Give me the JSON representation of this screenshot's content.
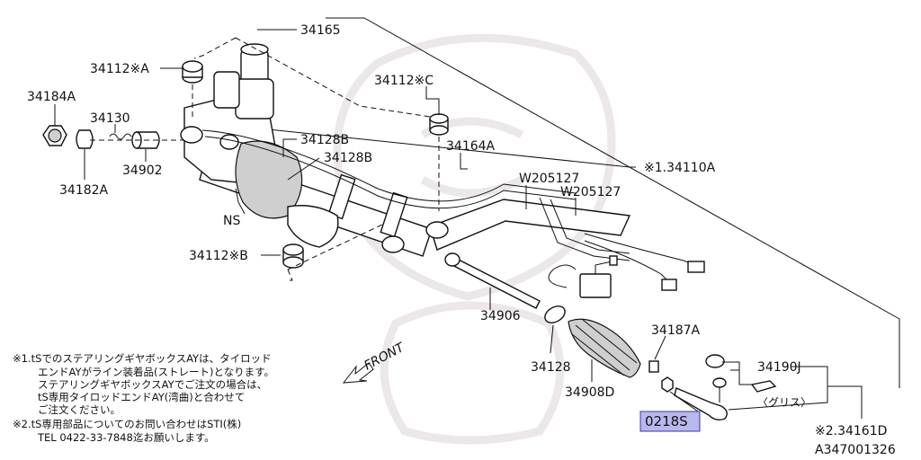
{
  "parts": {
    "p34165": "34165",
    "p34112A": "34112※A",
    "p34184A": "34184A",
    "p34130": "34130",
    "p34182A": "34182A",
    "p34902": "34902",
    "p34112C": "34112※C",
    "p34128B_1": "34128B",
    "p34128B_2": "34128B",
    "p34164A": "34164A",
    "pW205127_1": "W205127",
    "pW205127_2": "W205127",
    "p34110A": "※1.34110A",
    "pNS": "NS",
    "p34112B": "34112※B",
    "p34906": "34906",
    "p34187A": "34187A",
    "p34128": "34128",
    "p34908D": "34908D",
    "p34190J": "34190J",
    "grease": "〈グリス〉",
    "p0218S": "0218S",
    "p34161D": "※2.34161D"
  },
  "front_label": "FRONT",
  "notes": {
    "note1_line1": "※1.tSでのステアリングギヤボックスAYは、タイロッド",
    "note1_line2": "エンドAYがライン装着品(ストレート)となります。",
    "note1_line3": "ステアリングギヤボックスAYでご注文の場合は、",
    "note1_line4": "tS専用タイロッドエンドAY(湾曲)と合わせて",
    "note1_line5": "ご注文ください。",
    "note2_line1": "※2.tS専用部品についてのお問い合わせはSTI(株)",
    "note2_line2": "TEL 0422-33-7848迄お願いします。"
  },
  "diagram_id": "A347001326"
}
